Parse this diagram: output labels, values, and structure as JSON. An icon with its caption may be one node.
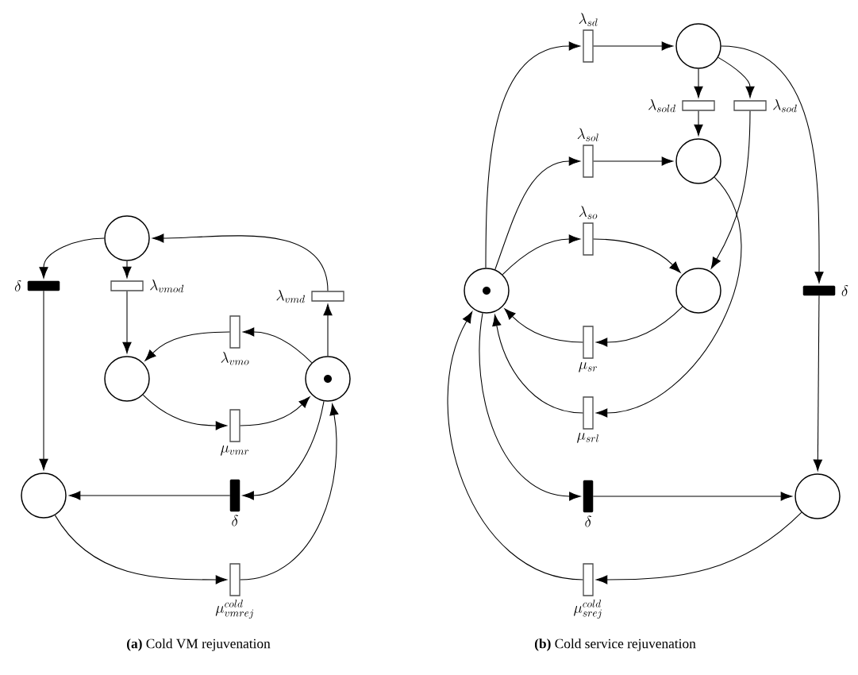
{
  "diagram": {
    "nodes": [
      {
        "text": [],
        "shape": "circle"
      },
      {
        "text": [],
        "shape": "bar",
        "beside": [
          "\\delta"
        ]
      },
      {
        "text": [],
        "shape": "box",
        "beside": [
          "\\lambda_{vmod}"
        ]
      },
      {
        "text": [],
        "shape": "box",
        "beside": [
          "\\lambda_{vmd}"
        ]
      },
      {
        "text": [],
        "shape": "box",
        "beside": [
          "\\lambda_{vmo}"
        ]
      },
      {
        "text": [],
        "shape": "circle"
      },
      {
        "text": [],
        "shape": "circle"
      },
      {
        "text": [],
        "shape": "dot",
        "in": 6
      },
      {
        "text": [],
        "shape": "box",
        "beside": [
          "\\mu_{vmr}"
        ]
      },
      {
        "text": [],
        "shape": "circle"
      },
      {
        "text": [],
        "shape": "bar",
        "beside": [
          "\\delta"
        ]
      },
      {
        "text": [],
        "shape": "box",
        "beside": [
          "\\mu_{vmrej}^{cold}"
        ]
      },
      {
        "text": [],
        "shape": "box",
        "beside": [
          "\\lambda_{sd}"
        ]
      },
      {
        "text": [],
        "shape": "circle"
      },
      {
        "text": [],
        "shape": "box",
        "beside": [
          "\\lambda_{sold}"
        ]
      },
      {
        "text": [],
        "shape": "box",
        "beside": [
          "\\lambda_{sod}"
        ]
      },
      {
        "text": [],
        "shape": "box",
        "beside": [
          "\\lambda_{sol}"
        ]
      },
      {
        "text": [],
        "shape": "circle"
      },
      {
        "text": [],
        "shape": "box",
        "beside": [
          "\\lambda_{so}"
        ]
      },
      {
        "text": [],
        "shape": "circle"
      },
      {
        "text": [],
        "shape": "bar",
        "beside": [
          "\\delta"
        ]
      },
      {
        "text": [],
        "shape": "circle"
      },
      {
        "text": [],
        "shape": "dot",
        "in": 21
      },
      {
        "text": [],
        "shape": "box",
        "beside": [
          "\\mu_{sr}"
        ]
      },
      {
        "text": [],
        "shape": "box",
        "beside": [
          "\\mu_{srl}"
        ]
      },
      {
        "text": [],
        "shape": "bar",
        "beside": [
          "\\delta"
        ]
      },
      {
        "text": [],
        "shape": "circle"
      },
      {
        "text": [],
        "shape": "box",
        "beside": [
          "\\mu_{srej}^{cold}"
        ]
      }
    ],
    "edges": [
      {
        "from": 0,
        "to": 1,
        "arrow": "to"
      },
      {
        "from": 1,
        "to": 9,
        "arrow": "to"
      },
      {
        "from": 0,
        "to": 2,
        "arrow": "to"
      },
      {
        "from": 2,
        "to": 5,
        "arrow": "to"
      },
      {
        "from": 6,
        "to": 3,
        "arrow": "to"
      },
      {
        "from": 3,
        "to": 0,
        "arrow": "to"
      },
      {
        "from": 6,
        "to": 4,
        "arrow": "to"
      },
      {
        "from": 4,
        "to": 5,
        "arrow": "to"
      },
      {
        "from": 5,
        "to": 8,
        "arrow": "to"
      },
      {
        "from": 8,
        "to": 6,
        "arrow": "to"
      },
      {
        "from": 6,
        "to": 10,
        "arrow": "to"
      },
      {
        "from": 10,
        "to": 9,
        "arrow": "to"
      },
      {
        "from": 9,
        "to": 11,
        "arrow": "to"
      },
      {
        "from": 11,
        "to": 6,
        "arrow": "to"
      },
      {
        "from": 21,
        "to": 12,
        "arrow": "to"
      },
      {
        "from": 12,
        "to": 13,
        "arrow": "to"
      },
      {
        "from": 13,
        "to": 14,
        "arrow": "to"
      },
      {
        "from": 13,
        "to": 15,
        "arrow": "to"
      },
      {
        "from": 14,
        "to": 17,
        "arrow": "to"
      },
      {
        "from": 21,
        "to": 16,
        "arrow": "to"
      },
      {
        "from": 16,
        "to": 17,
        "arrow": "to"
      },
      {
        "from": 21,
        "to": 18,
        "arrow": "to"
      },
      {
        "from": 18,
        "to": 19,
        "arrow": "to"
      },
      {
        "from": 15,
        "to": 19,
        "arrow": "to"
      },
      {
        "from": 13,
        "to": 20,
        "arrow": "to"
      },
      {
        "from": 20,
        "to": 26,
        "arrow": "to"
      },
      {
        "from": 19,
        "to": 23,
        "arrow": "to"
      },
      {
        "from": 23,
        "to": 21,
        "arrow": "to"
      },
      {
        "from": 17,
        "to": 24,
        "arrow": "to"
      },
      {
        "from": 24,
        "to": 21,
        "arrow": "to"
      },
      {
        "from": 21,
        "to": 25,
        "arrow": "to"
      },
      {
        "from": 25,
        "to": 26,
        "arrow": "to"
      },
      {
        "from": 26,
        "to": 27,
        "arrow": "to"
      },
      {
        "from": 27,
        "to": 21,
        "arrow": "to"
      }
    ],
    "labels": [
      "**(a)** Cold VM rejuvenation",
      "**(b)** Cold service rejuvenation"
    ]
  }
}
